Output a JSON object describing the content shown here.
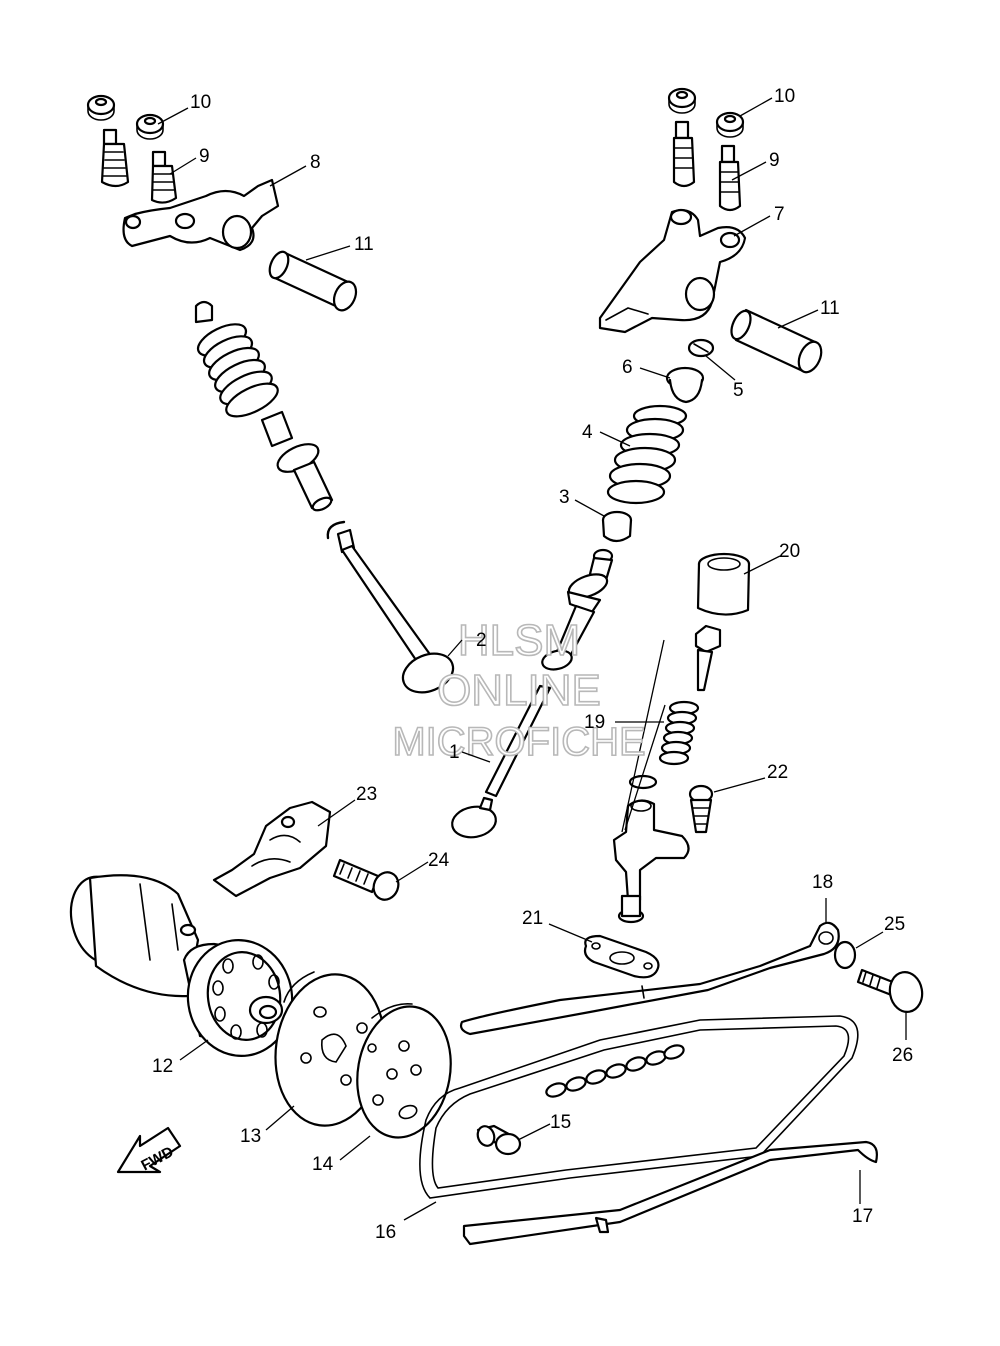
{
  "callouts": {
    "c1": "1",
    "c2": "2",
    "c3": "3",
    "c4": "4",
    "c5": "5",
    "c6": "6",
    "c7": "7",
    "c8": "8",
    "c9a": "9",
    "c9b": "9",
    "c10a": "10",
    "c10b": "10",
    "c11a": "11",
    "c11b": "11",
    "c12": "12",
    "c13": "13",
    "c14": "14",
    "c15": "15",
    "c16": "16",
    "c17": "17",
    "c18": "18",
    "c19": "19",
    "c20": "20",
    "c21": "21",
    "c22": "22",
    "c23": "23",
    "c24": "24",
    "c25": "25",
    "c26": "26"
  },
  "direction_marker": {
    "label": "FWD",
    "icon": "forward-arrow-icon"
  },
  "watermark": {
    "line1": "HLSM",
    "line2": "ONLINE",
    "line3": "MICROFICHE"
  },
  "colors": {
    "line": "#000000",
    "background": "#ffffff",
    "watermark_stroke": "#b8b8b8"
  }
}
